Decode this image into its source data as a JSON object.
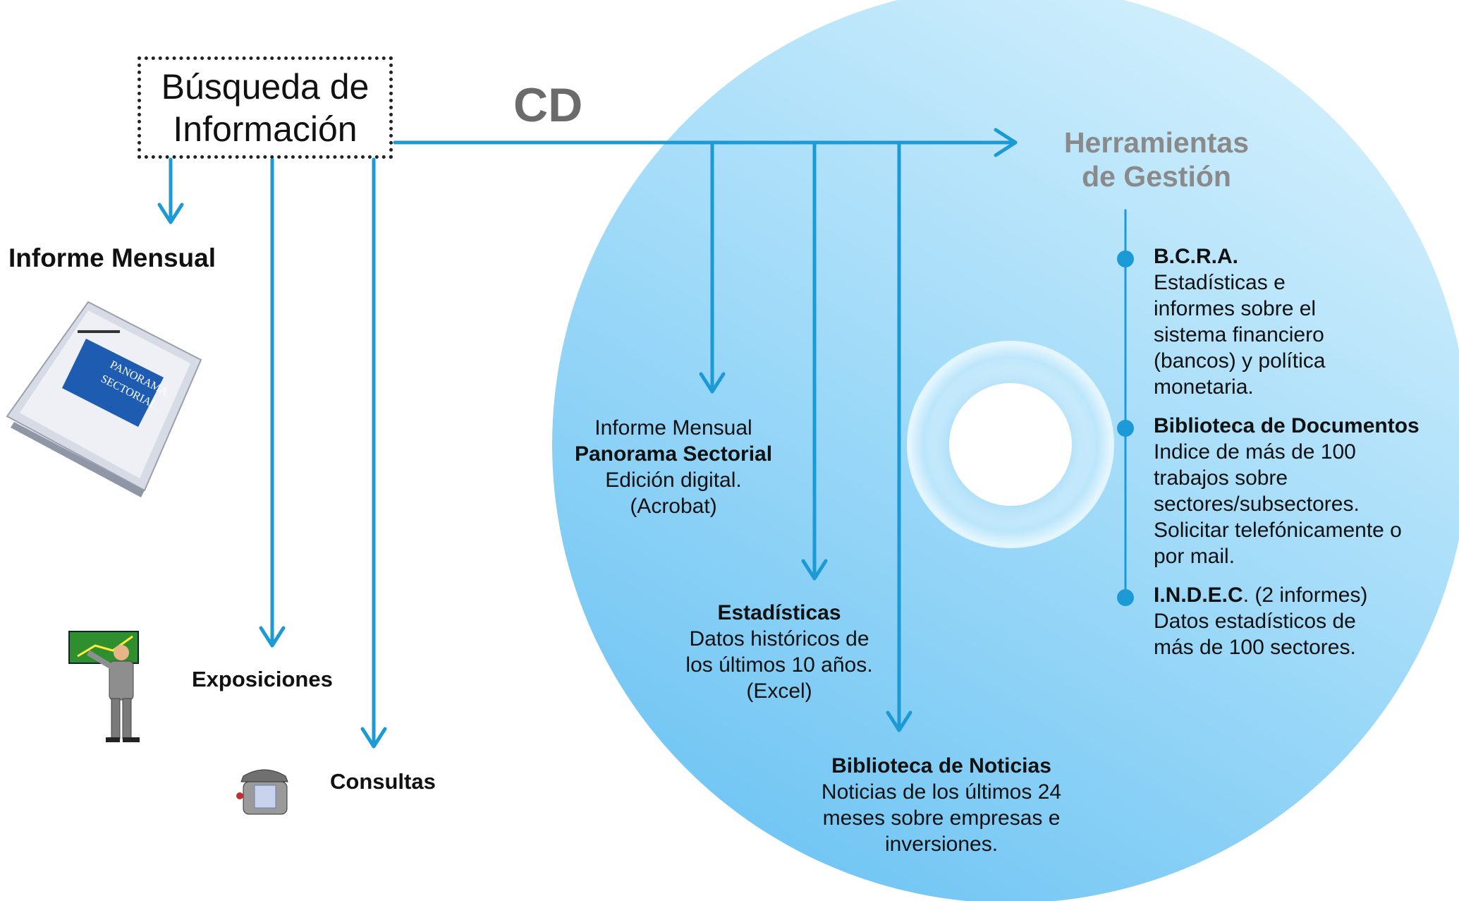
{
  "search": {
    "line1": "Búsqueda de",
    "line2": "Información"
  },
  "cd_label": "CD",
  "herramientas": {
    "line1": "Herramientas",
    "line2": "de Gestión"
  },
  "informe_mensual_title": "Informe Mensual",
  "exposiciones": "Exposiciones",
  "consultas": "Consultas",
  "panorama": {
    "line1": "Informe Mensual",
    "line2": "Panorama Sectorial",
    "line3": "Edición digital.",
    "line4": "(Acrobat)"
  },
  "estadisticas": {
    "title": "Estadísticas",
    "line1": "Datos históricos de",
    "line2": "los últimos 10 años.",
    "line3": "(Excel)"
  },
  "noticias": {
    "title": "Biblioteca de Noticias",
    "line1": "Noticias de los últimos 24",
    "line2": "meses sobre empresas e",
    "line3": "inversiones."
  },
  "tools": [
    {
      "title": "B.C.R.A.",
      "suffix": "",
      "lines": [
        "Estadísticas e",
        "informes sobre el",
        "sistema financiero",
        "(bancos) y política",
        "monetaria."
      ]
    },
    {
      "title": "Biblioteca de Documentos",
      "suffix": "",
      "lines": [
        "Indice de más de 100",
        "trabajos sobre",
        "sectores/subsectores.",
        "Solicitar telefónicamente o",
        "por mail."
      ]
    },
    {
      "title": "I.N.D.E.C",
      "suffix": ". (2 informes)",
      "lines": [
        "Datos estadísticos de",
        "más de 100 sectores."
      ]
    }
  ],
  "report_cover": {
    "title_line1": "PANORAMA",
    "title_line2": "SECTORIAL"
  },
  "colors": {
    "arrow": "#1b9ad6",
    "disc_light": "#cfeefc",
    "disc_dark": "#7cc9f5",
    "heading_gray": "#8a8a8a"
  }
}
